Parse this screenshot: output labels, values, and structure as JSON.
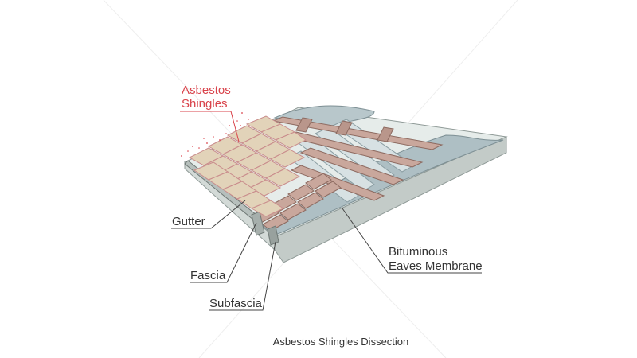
{
  "diagram": {
    "caption": "Asbestos Shingles Dissection",
    "labels": {
      "asbestos_line1": "Asbestos",
      "asbestos_line2": "Shingles",
      "gutter": "Gutter",
      "fascia": "Fascia",
      "subfascia": "Subfascia",
      "membrane_line1": "Bituminous",
      "membrane_line2": "Eaves Membrane"
    },
    "colors": {
      "highlight": "#d9434b",
      "text": "#333333",
      "slab_top": "#e6ecea",
      "slab_side": "#c3cbc8",
      "membrane": "#aebfc4",
      "timber": "#c9a79c",
      "shingle": "#e2d3b9"
    }
  }
}
